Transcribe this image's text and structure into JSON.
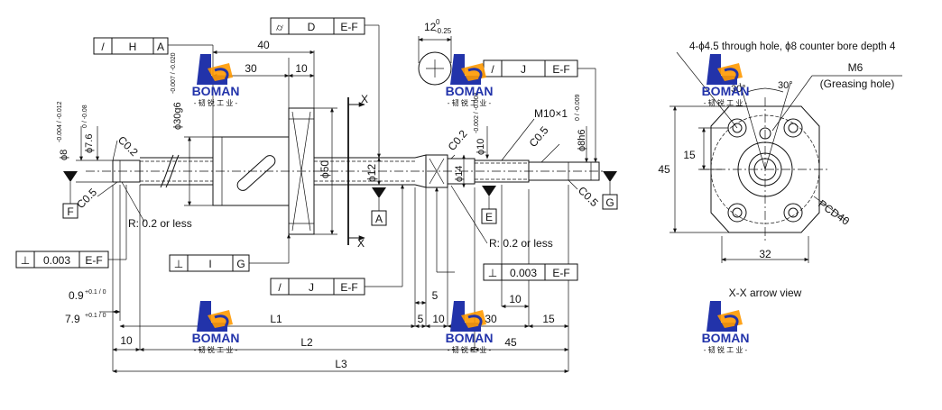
{
  "fcf": {
    "h": [
      "/",
      "H",
      "A"
    ],
    "d": [
      "⌭",
      "D",
      "E-F"
    ],
    "j_top": [
      "/",
      "J",
      "E-F"
    ],
    "perp_left": [
      "⊥",
      "0.003",
      "E-F"
    ],
    "perp_i": [
      "⊥",
      "I",
      "G"
    ],
    "j_bottom": [
      "/",
      "J",
      "E-F"
    ],
    "perp_right": [
      "⊥",
      "0.003",
      "E-F"
    ]
  },
  "datums": [
    "A",
    "E",
    "F",
    "G"
  ],
  "section_labels": [
    "X",
    "X"
  ],
  "dims": {
    "d40": "40",
    "d30": "30",
    "d10_top": "10",
    "twelve": "12",
    "twelve_tol_u": "0",
    "twelve_tol_l": "-0.25",
    "dia30": "ϕ30g6",
    "dia30_tol": "-0.007 / -0.020",
    "dia8": "ϕ8",
    "dia8_tol": "-0.004 / -0.012",
    "dia76": "ϕ7.6",
    "dia76_tol": "0 / -0.08",
    "c02_left": "C0.2",
    "c05_left": "C0.5",
    "r02_left": "R: 0.2 or less",
    "dia50": "ϕ50",
    "dia12": "ϕ12",
    "dia14": "ϕ14",
    "dia10": "ϕ10",
    "dia10_tol": "-0.002 / -0.008",
    "c02_right": "C0.2",
    "m10": "M10×1",
    "c05_mid": "C0.5",
    "dia8h6": "ϕ8h6",
    "dia8h6_tol": "0 / -0.009",
    "c05_right": "C0.5",
    "r02_right": "R: 0.2 or less",
    "d09": "0.9",
    "d09_tol": "+0.1 / 0",
    "d79": "7.9",
    "d79_tol": "+0.1 / 0",
    "d10_left": "10",
    "L1": "L1",
    "L2": "L2",
    "L3": "L3",
    "d5a": "5",
    "d5b": "5",
    "d10_mid": "10",
    "d30_right": "30",
    "d15": "15",
    "d45_right": "45",
    "d10_fcf": "10"
  },
  "flange_view": {
    "note_holes": "4-ϕ4.5 through hole, ϕ8 counter bore depth 4",
    "m6": "M6",
    "greasing": "(Greasing hole)",
    "ang1": "30°",
    "ang2": "30°",
    "d15": "15",
    "d45": "45",
    "pcd": "PCD40",
    "d32": "32",
    "caption": "X-X arrow view"
  },
  "watermark": {
    "brand": "BOMAN",
    "cn": "- 韧 锐 工 业 -",
    "primary": "#2233aa",
    "accent": "#ff9900",
    "count": 6
  }
}
